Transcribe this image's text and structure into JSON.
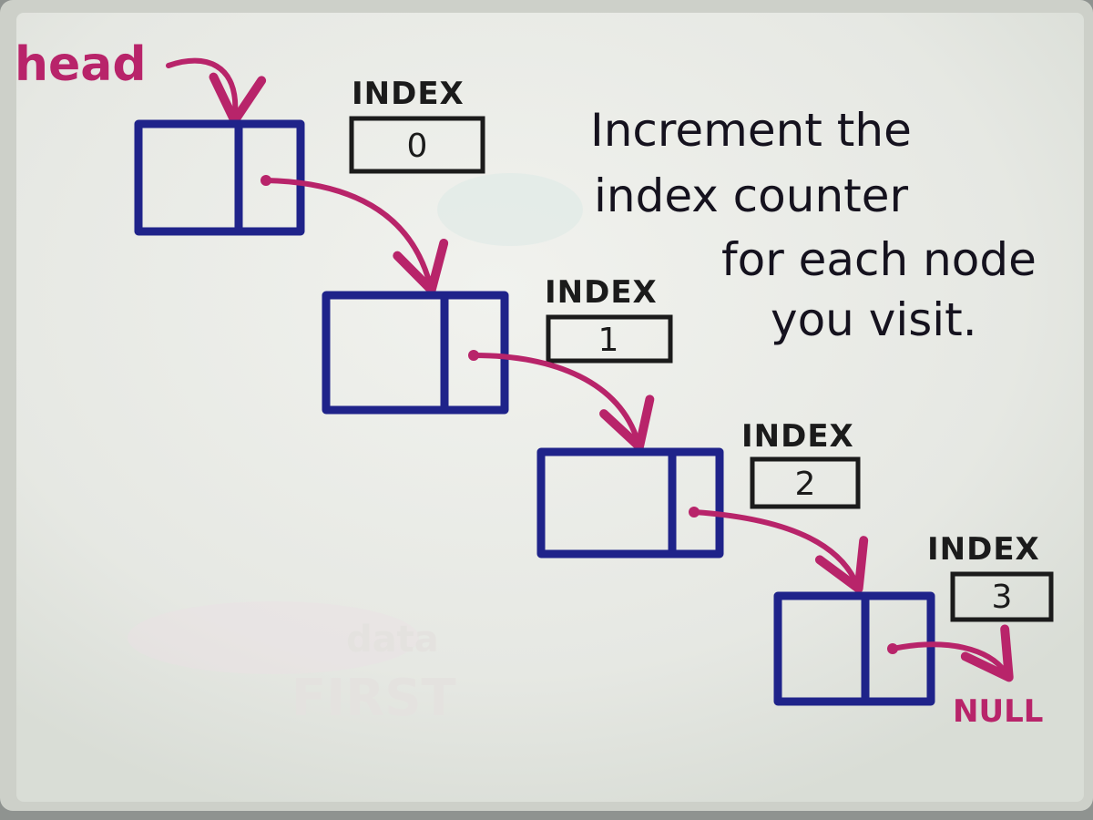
{
  "colors": {
    "board": "#e9ebe6",
    "frame": "#c9cdc5",
    "node_stroke": "#1f238a",
    "pointer": "#b8246a",
    "ink": "#1b1b1b"
  },
  "head_label": "head",
  "index_label": "INDEX",
  "nodes": [
    {
      "index": "0"
    },
    {
      "index": "1"
    },
    {
      "index": "2"
    },
    {
      "index": "3"
    }
  ],
  "note_lines": [
    "Increment the",
    "index counter",
    "for each node",
    "you visit."
  ],
  "null_label": "NULL",
  "ghost_text": {
    "line1": "data",
    "line2": "FIRST"
  }
}
